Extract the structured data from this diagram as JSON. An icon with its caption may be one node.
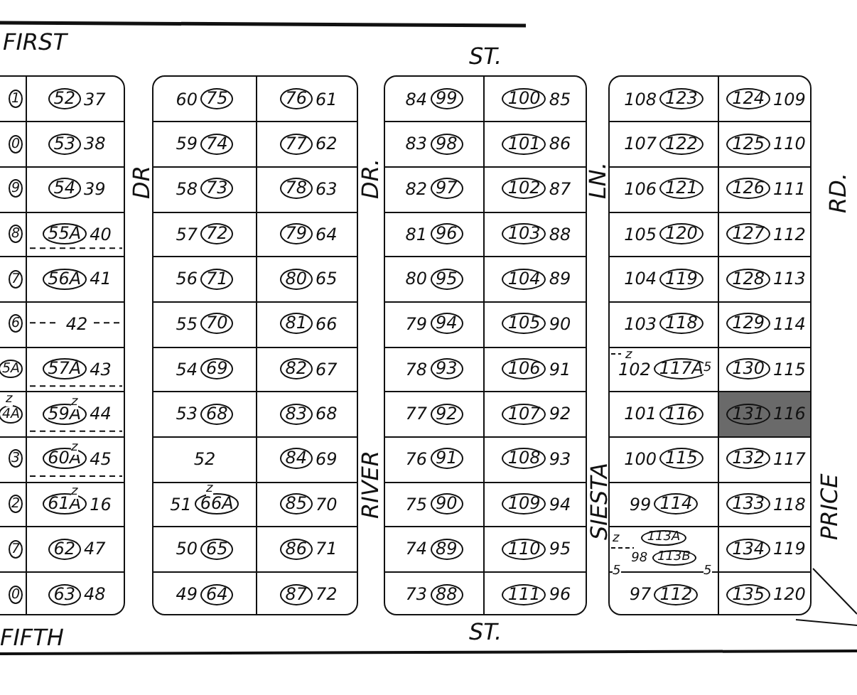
{
  "diagram": {
    "nodes": [
      {
        "text": [],
        "shape": "box"
      },
      {
        "text": [
          "1"
        ],
        "in": 0
      },
      {
        "text": [
          "52",
          "37"
        ],
        "in": 0
      },
      {
        "text": [
          "0"
        ],
        "in": 0
      },
      {
        "text": [
          "53",
          "38"
        ],
        "in": 0
      },
      {
        "text": [
          "9"
        ],
        "in": 0
      },
      {
        "text": [
          "54",
          "39"
        ],
        "in": 0
      },
      {
        "text": [
          "8"
        ],
        "in": 0
      },
      {
        "text": [
          "55A",
          "40"
        ],
        "in": 0
      },
      {
        "text": [
          "7"
        ],
        "in": 0
      },
      {
        "text": [
          "56A",
          "41"
        ],
        "in": 0
      },
      {
        "text": [
          "6"
        ],
        "in": 0
      },
      {
        "text": [
          "42"
        ],
        "in": 0
      },
      {
        "text": [
          "5A"
        ],
        "in": 0
      },
      {
        "text": [
          "57A",
          "43"
        ],
        "in": 0
      },
      {
        "text": [
          "4A"
        ],
        "in": 0
      },
      {
        "text": [
          "59A",
          "44"
        ],
        "in": 0
      },
      {
        "text": [
          "3"
        ],
        "in": 0
      },
      {
        "text": [
          "60A",
          "45"
        ],
        "in": 0
      },
      {
        "text": [
          "2"
        ],
        "in": 0
      },
      {
        "text": [
          "61A",
          "16"
        ],
        "in": 0
      },
      {
        "text": [
          "7"
        ],
        "in": 0
      },
      {
        "text": [
          "62",
          "47"
        ],
        "in": 0
      },
      {
        "text": [
          "0"
        ],
        "in": 0
      },
      {
        "text": [
          "63",
          "48"
        ],
        "in": 0
      },
      {
        "text": [],
        "shape": "box"
      },
      {
        "text": [
          "60",
          "75"
        ],
        "in": 25
      },
      {
        "text": [
          "76",
          "61"
        ],
        "in": 25
      },
      {
        "text": [
          "59",
          "74"
        ],
        "in": 25
      },
      {
        "text": [
          "77",
          "62"
        ],
        "in": 25
      },
      {
        "text": [
          "58",
          "73"
        ],
        "in": 25
      },
      {
        "text": [
          "78",
          "63"
        ],
        "in": 25
      },
      {
        "text": [
          "57",
          "72"
        ],
        "in": 25
      },
      {
        "text": [
          "79",
          "64"
        ],
        "in": 25
      },
      {
        "text": [
          "56",
          "71"
        ],
        "in": 25
      },
      {
        "text": [
          "80",
          "65"
        ],
        "in": 25
      },
      {
        "text": [
          "55",
          "70"
        ],
        "in": 25
      },
      {
        "text": [
          "81",
          "66"
        ],
        "in": 25
      },
      {
        "text": [
          "54",
          "69"
        ],
        "in": 25
      },
      {
        "text": [
          "82",
          "67"
        ],
        "in": 25
      },
      {
        "text": [
          "53",
          "68"
        ],
        "in": 25
      },
      {
        "text": [
          "83",
          "68"
        ],
        "in": 25
      },
      {
        "text": [
          "52"
        ],
        "in": 25
      },
      {
        "text": [
          "84",
          "69"
        ],
        "in": 25
      },
      {
        "text": [
          "51",
          "66A"
        ],
        "in": 25
      },
      {
        "text": [
          "85",
          "70"
        ],
        "in": 25
      },
      {
        "text": [
          "50",
          "65"
        ],
        "in": 25
      },
      {
        "text": [
          "86",
          "71"
        ],
        "in": 25
      },
      {
        "text": [
          "49",
          "64"
        ],
        "in": 25
      },
      {
        "text": [
          "87",
          "72"
        ],
        "in": 25
      },
      {
        "text": [],
        "shape": "box"
      },
      {
        "text": [
          "84",
          "99"
        ],
        "in": 50
      },
      {
        "text": [
          "100",
          "85"
        ],
        "in": 50
      },
      {
        "text": [
          "83",
          "98"
        ],
        "in": 50
      },
      {
        "text": [
          "101",
          "86"
        ],
        "in": 50
      },
      {
        "text": [
          "82",
          "97"
        ],
        "in": 50
      },
      {
        "text": [
          "102",
          "87"
        ],
        "in": 50
      },
      {
        "text": [
          "81",
          "96"
        ],
        "in": 50
      },
      {
        "text": [
          "103",
          "88"
        ],
        "in": 50
      },
      {
        "text": [
          "80",
          "95"
        ],
        "in": 50
      },
      {
        "text": [
          "104",
          "89"
        ],
        "in": 50
      },
      {
        "text": [
          "79",
          "94"
        ],
        "in": 50
      },
      {
        "text": [
          "105",
          "90"
        ],
        "in": 50
      },
      {
        "text": [
          "78",
          "93"
        ],
        "in": 50
      },
      {
        "text": [
          "106",
          "91"
        ],
        "in": 50
      },
      {
        "text": [
          "77",
          "92"
        ],
        "in": 50
      },
      {
        "text": [
          "107",
          "92"
        ],
        "in": 50
      },
      {
        "text": [
          "76",
          "91"
        ],
        "in": 50
      },
      {
        "text": [
          "108",
          "93"
        ],
        "in": 50
      },
      {
        "text": [
          "75",
          "90"
        ],
        "in": 50
      },
      {
        "text": [
          "109",
          "94"
        ],
        "in": 50
      },
      {
        "text": [
          "74",
          "89"
        ],
        "in": 50
      },
      {
        "text": [
          "110",
          "95"
        ],
        "in": 50
      },
      {
        "text": [
          "73",
          "88"
        ],
        "in": 50
      },
      {
        "text": [
          "111",
          "96"
        ],
        "in": 50
      },
      {
        "text": [],
        "shape": "box"
      },
      {
        "text": [
          "108",
          "123"
        ],
        "in": 75
      },
      {
        "text": [
          "124",
          "109"
        ],
        "in": 75
      },
      {
        "text": [
          "107",
          "122"
        ],
        "in": 75
      },
      {
        "text": [
          "125",
          "110"
        ],
        "in": 75
      },
      {
        "text": [
          "106",
          "121"
        ],
        "in": 75
      },
      {
        "text": [
          "126",
          "111"
        ],
        "in": 75
      },
      {
        "text": [
          "105",
          "120"
        ],
        "in": 75
      },
      {
        "text": [
          "127",
          "112"
        ],
        "in": 75
      },
      {
        "text": [
          "104",
          "119"
        ],
        "in": 75
      },
      {
        "text": [
          "128",
          "113"
        ],
        "in": 75
      },
      {
        "text": [
          "103",
          "118"
        ],
        "in": 75
      },
      {
        "text": [
          "129",
          "114"
        ],
        "in": 75
      },
      {
        "text": [
          "102",
          "117A"
        ],
        "in": 75
      },
      {
        "text": [
          "130",
          "115"
        ],
        "in": 75
      },
      {
        "text": [
          "101",
          "116"
        ],
        "in": 75
      },
      {
        "text": [
          "131",
          "116"
        ],
        "in": 75
      },
      {
        "text": [
          "100",
          "115"
        ],
        "in": 75
      },
      {
        "text": [
          "132",
          "117"
        ],
        "in": 75
      },
      {
        "text": [
          "99",
          "114"
        ],
        "in": 75
      },
      {
        "text": [
          "133",
          "118"
        ],
        "in": 75
      },
      {
        "text": [
          "113A",
          "98",
          "113B"
        ],
        "in": 75
      },
      {
        "text": [
          "134",
          "119"
        ],
        "in": 75
      },
      {
        "text": [
          "97",
          "112"
        ],
        "in": 75
      },
      {
        "text": [
          "135",
          "120"
        ],
        "in": 75
      }
    ],
    "labels": [
      "FIRST",
      "ST.",
      "DR",
      "DR.",
      "LN.",
      "RD.",
      "RIVER",
      "SIESTA",
      "PRICE",
      "FIFTH",
      "ST.",
      "z",
      "z",
      "z",
      "z",
      "z",
      "z",
      "5",
      "z",
      "5",
      "5"
    ]
  }
}
